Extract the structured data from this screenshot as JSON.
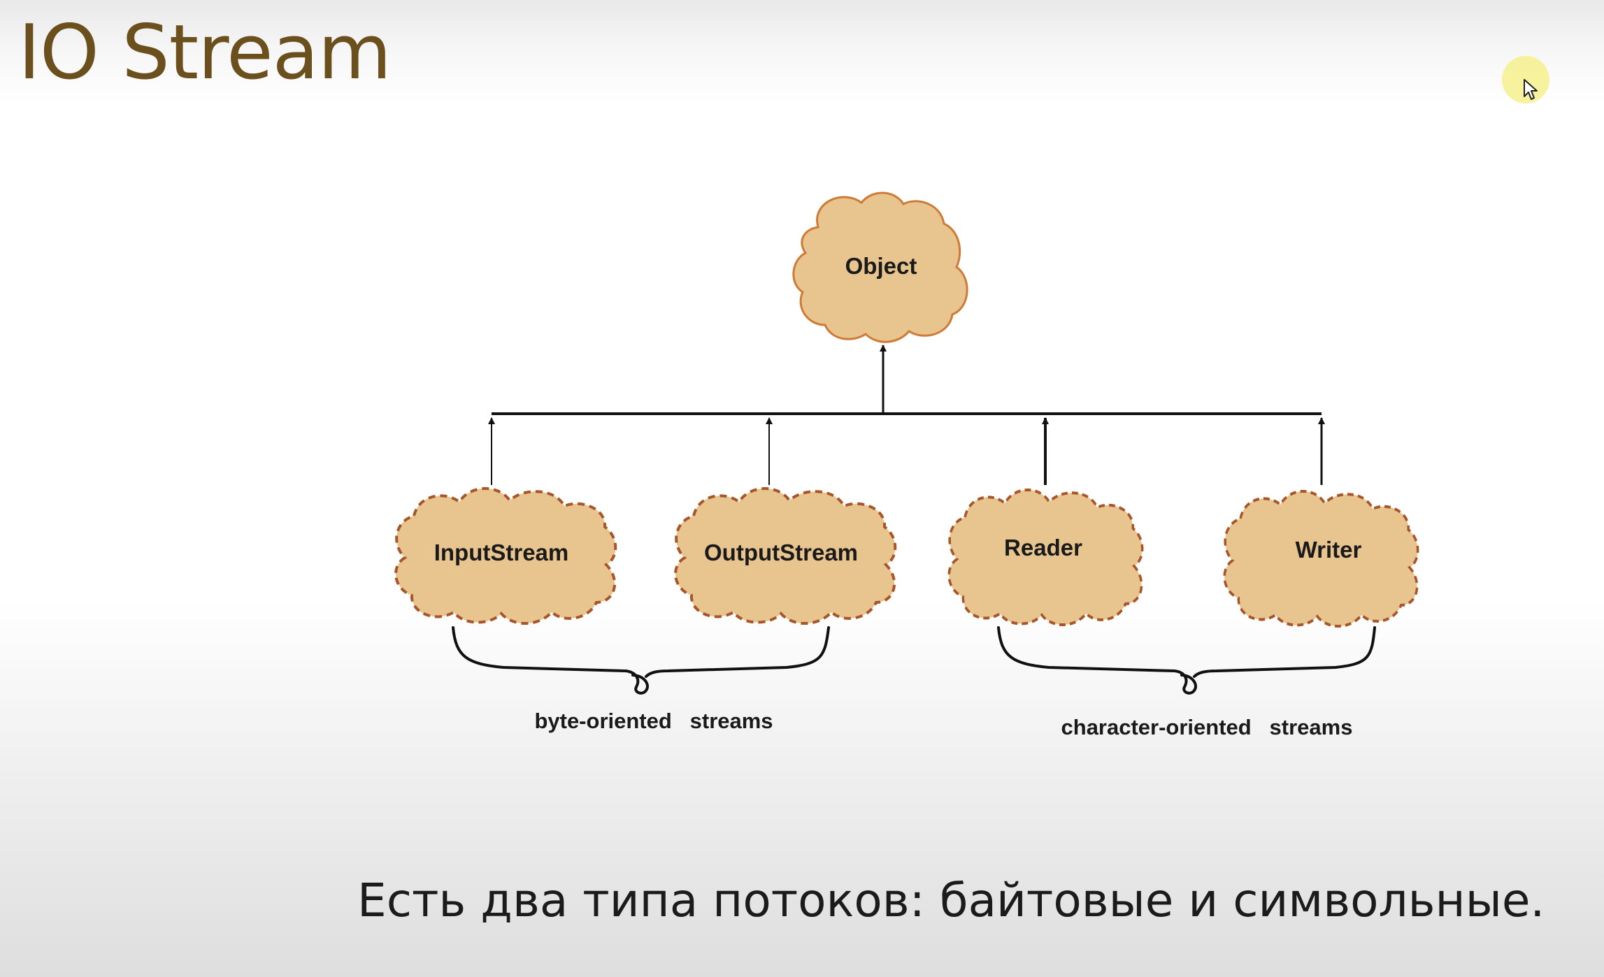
{
  "slide": {
    "title": "IO Stream",
    "caption": "Есть два типа потоков: байтовые и символьные."
  },
  "diagram": {
    "root": {
      "label": "Object"
    },
    "children": [
      {
        "label": "InputStream"
      },
      {
        "label": "OutputStream"
      },
      {
        "label": "Reader"
      },
      {
        "label": "Writer"
      }
    ],
    "groups": [
      {
        "label": "byte-oriented   streams"
      },
      {
        "label": "character-oriented   streams"
      }
    ]
  },
  "colors": {
    "title": "#6b4f1d",
    "cloud_fill": "#e8c48f",
    "cloud_stroke": "#cf7a36",
    "dashed_stroke": "#a8552a",
    "lines": "#111111",
    "cursor_highlight": "#f6f08c"
  },
  "icons": {
    "cursor": "mouse-pointer-icon"
  }
}
